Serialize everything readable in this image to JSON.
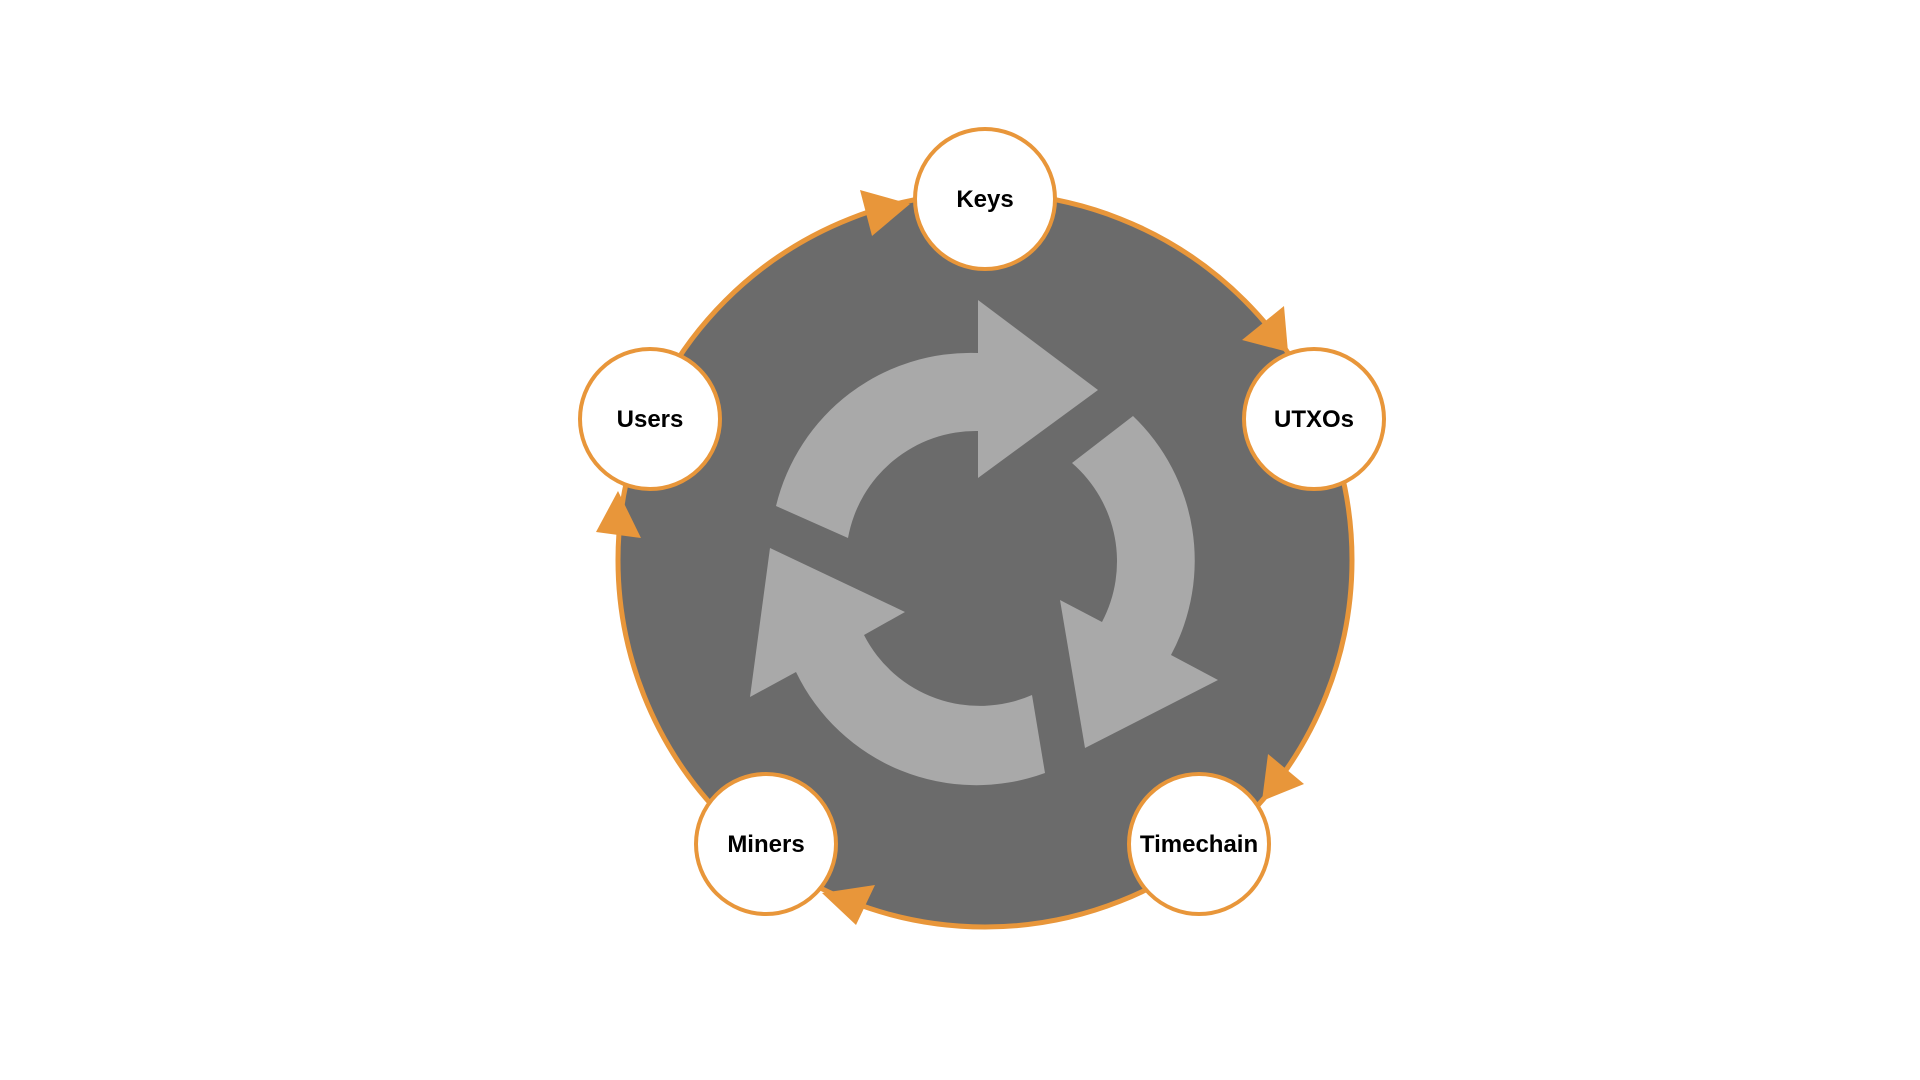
{
  "diagram": {
    "nodes": [
      {
        "id": "keys",
        "label": "Keys"
      },
      {
        "id": "utxos",
        "label": "UTXOs"
      },
      {
        "id": "timechain",
        "label": "Timechain"
      },
      {
        "id": "miners",
        "label": "Miners"
      },
      {
        "id": "users",
        "label": "Users"
      }
    ],
    "edges": [
      {
        "from": "keys",
        "to": "utxos"
      },
      {
        "from": "utxos",
        "to": "timechain"
      },
      {
        "from": "timechain",
        "to": "miners"
      },
      {
        "from": "miners",
        "to": "users"
      },
      {
        "from": "users",
        "to": "keys"
      }
    ]
  },
  "colors": {
    "accent": "#E8963A",
    "hub_fill": "#6B6B6B",
    "cycle_arrows": "#A9A9A9",
    "node_fill": "#FFFFFF",
    "text": "#000000"
  },
  "icons": {
    "center": "refresh-cycle-icon"
  }
}
